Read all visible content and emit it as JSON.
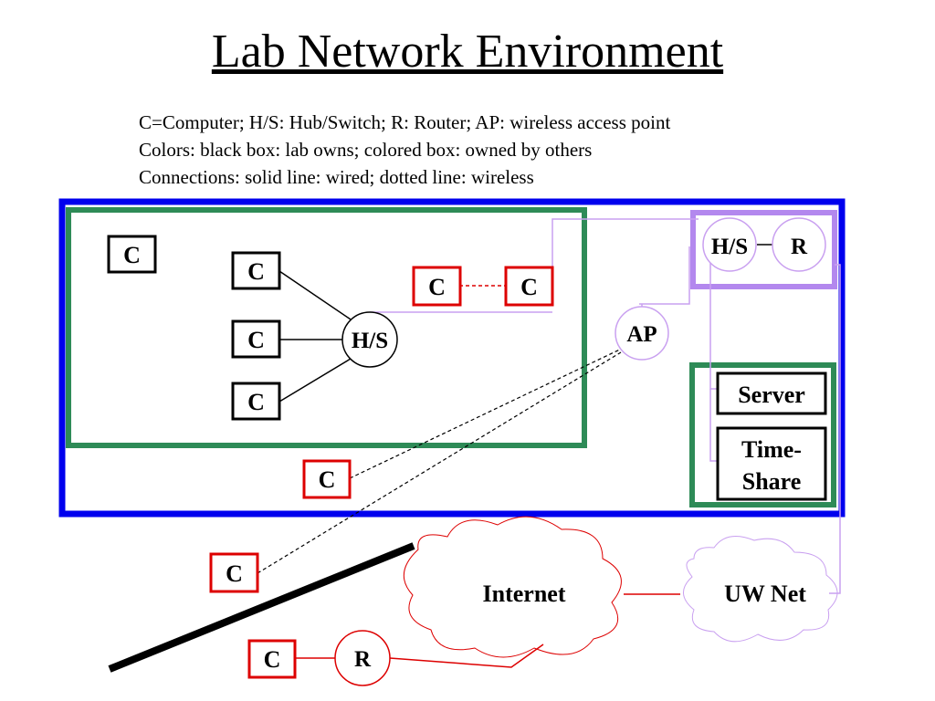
{
  "title": "Lab Network Environment",
  "legend": [
    "C=Computer; H/S: Hub/Switch; R: Router; AP: wireless access point",
    "Colors: black box: lab owns; colored box: owned by others",
    "Connections: solid line: wired; dotted line: wireless"
  ],
  "nodes": {
    "computer_label": "C",
    "hub_switch_label": "H/S",
    "router_label": "R",
    "access_point_label": "AP",
    "server_label": "Server",
    "timeshare_line1": "Time-",
    "timeshare_line2": "Share",
    "internet_label": "Internet",
    "uw_net_label": "UW Net"
  },
  "colors": {
    "lab_boundary": "#0000ee",
    "inner_network": "#2e8b57",
    "router_area": "#b388ee",
    "wireless_link": "#c9a0f0",
    "owned_by_others": "#dd0000",
    "lab_owned": "#000000"
  }
}
